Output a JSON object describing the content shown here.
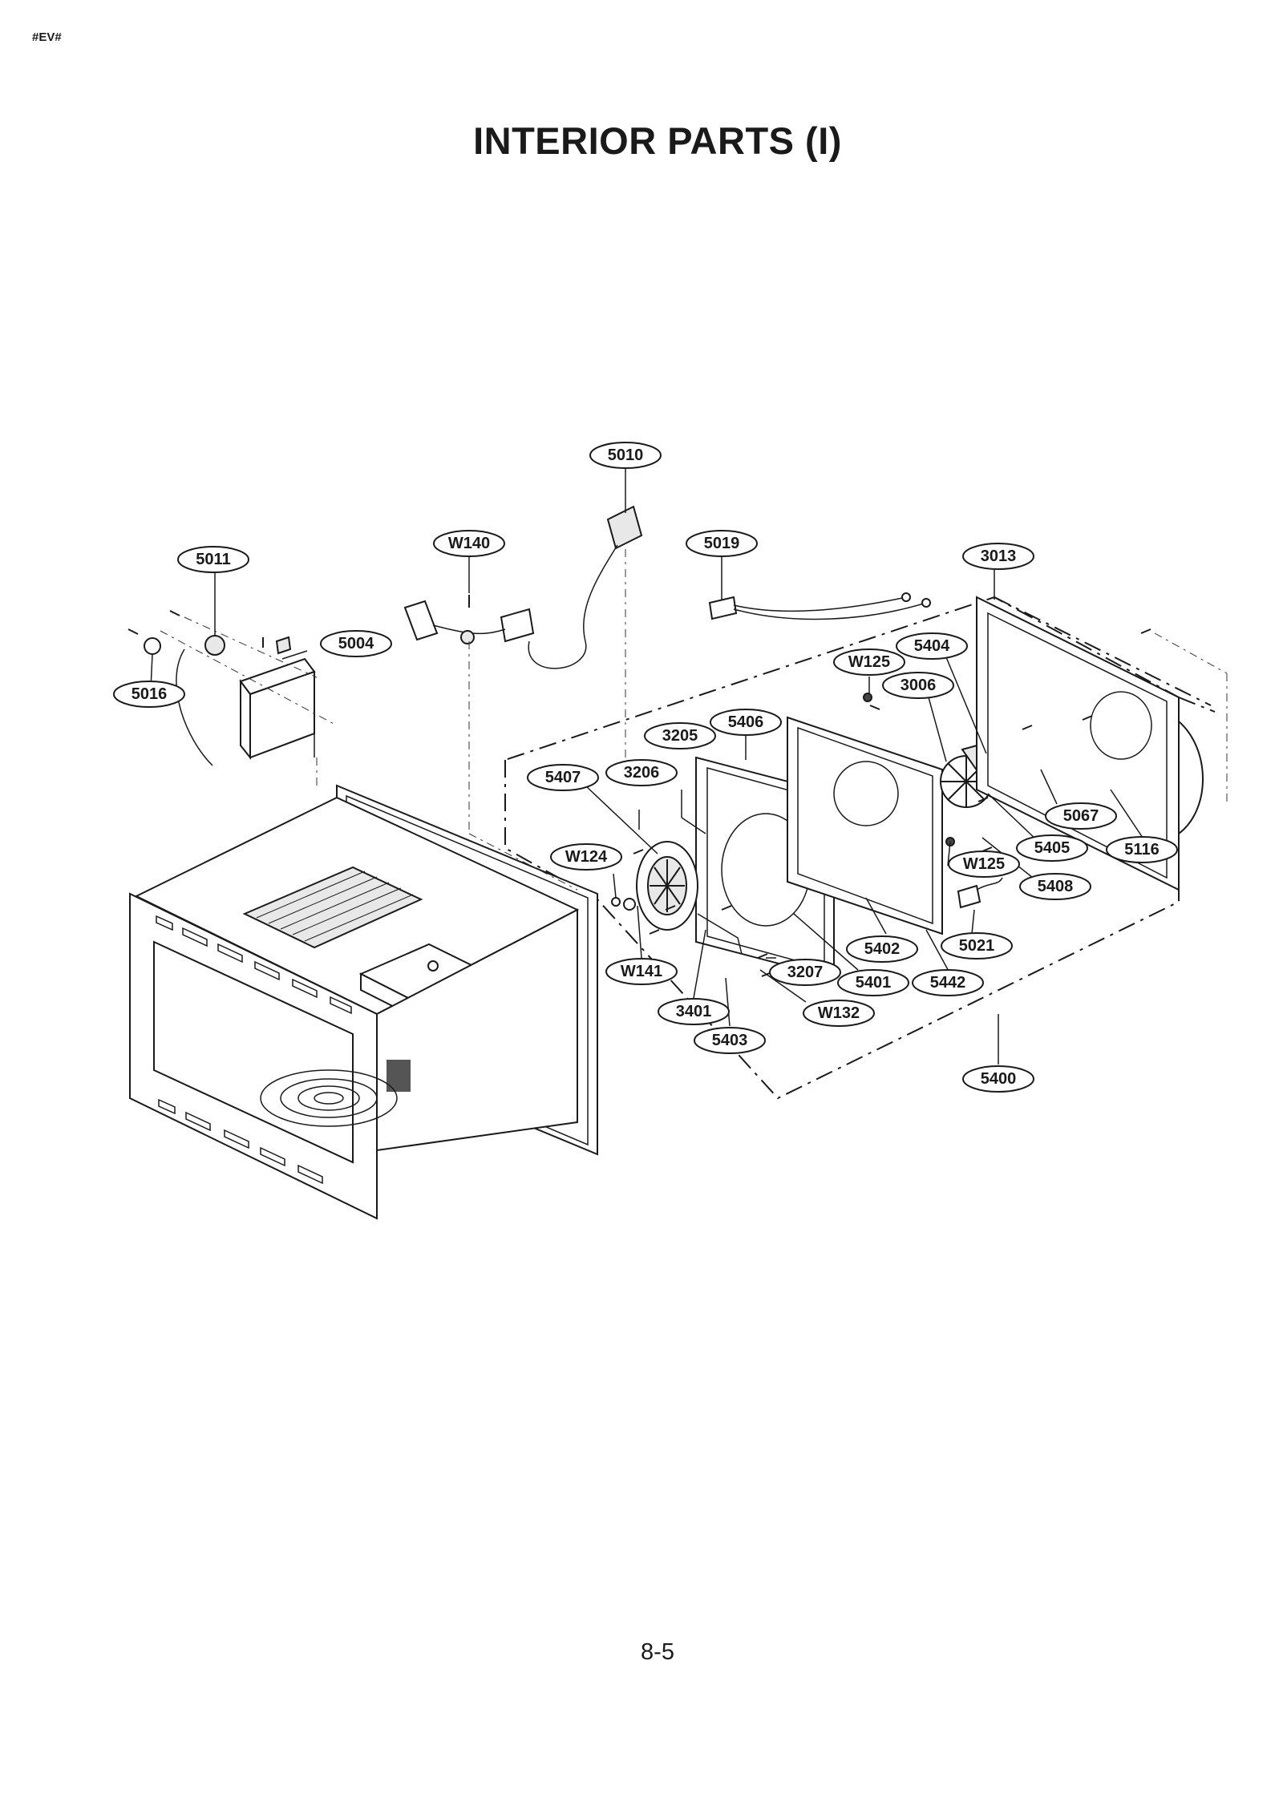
{
  "header_tag": "#EV#",
  "title": "INTERIOR PARTS (I)",
  "page_number": "8-5",
  "callouts": {
    "c5010": "5010",
    "cW140": "W140",
    "c5019": "5019",
    "c3013": "3013",
    "c5011": "5011",
    "c5004": "5004",
    "c5016": "5016",
    "cW125a": "W125",
    "c5404": "5404",
    "c3006": "3006",
    "c5406": "5406",
    "c3205": "3205",
    "c3206": "3206",
    "c5407": "5407",
    "c5067": "5067",
    "c5405": "5405",
    "c5116": "5116",
    "cW124": "W124",
    "cW125b": "W125",
    "c5408": "5408",
    "c5402": "5402",
    "c5021": "5021",
    "cW141": "W141",
    "c3207": "3207",
    "c5401": "5401",
    "c5442": "5442",
    "c3401": "3401",
    "cW132": "W132",
    "c5403": "5403",
    "c5400": "5400"
  }
}
